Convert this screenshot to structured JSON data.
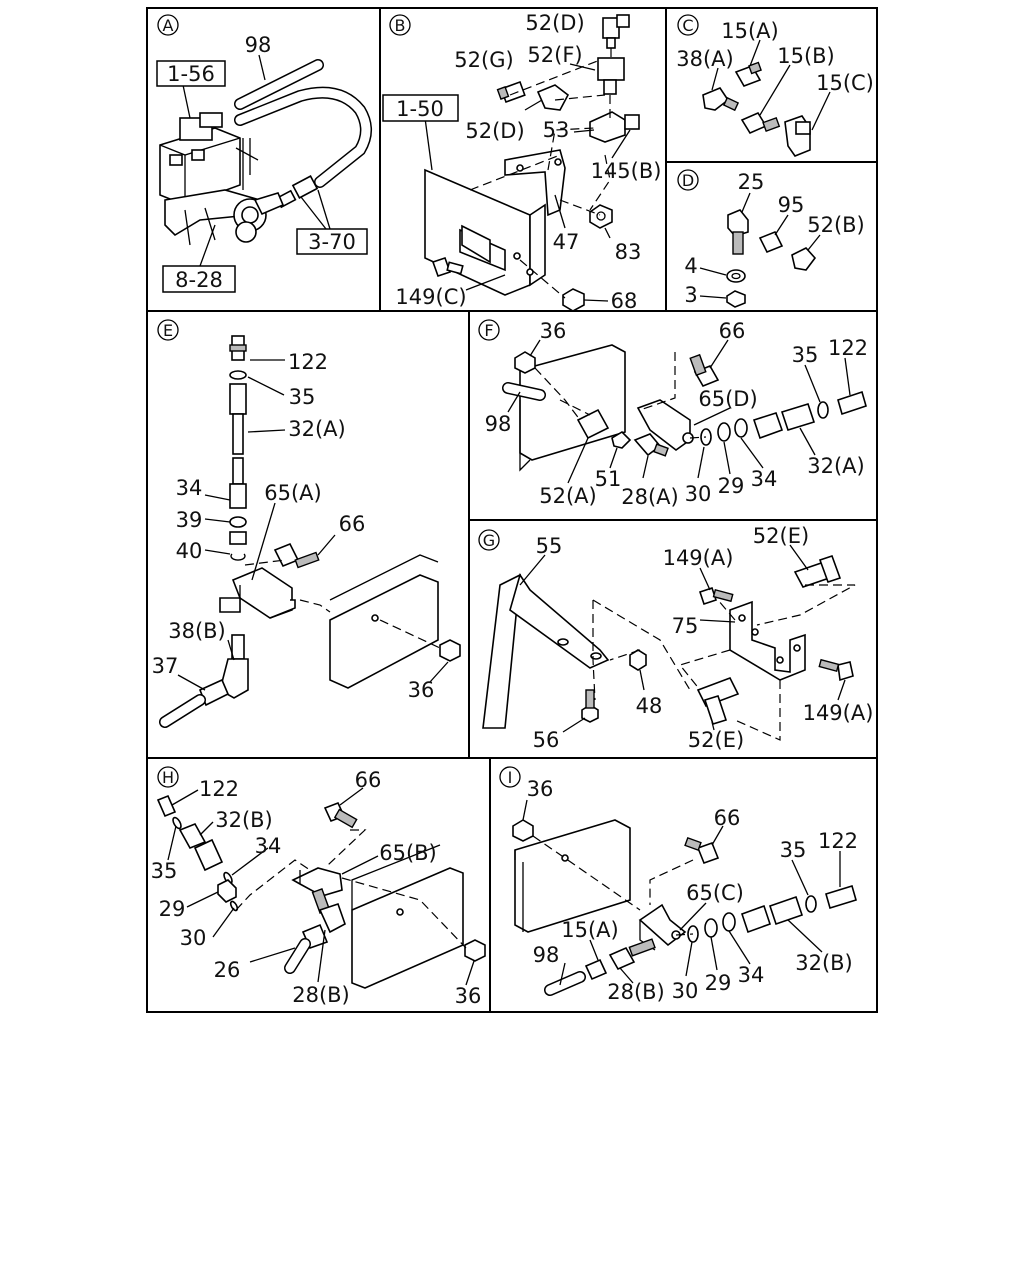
{
  "panels": [
    {
      "id": "A",
      "letter": "A",
      "callouts": [
        "98",
        "1-56",
        "3-70",
        "8-28"
      ],
      "boxed_refs": [
        "1-56",
        "3-70",
        "8-28"
      ]
    },
    {
      "id": "B",
      "letter": "B",
      "callouts": [
        "52(D)",
        "52(G)",
        "52(F)",
        "1-50",
        "52(D)",
        "53",
        "145(B)",
        "47",
        "83",
        "149(C)",
        "68"
      ],
      "boxed_refs": [
        "1-50"
      ]
    },
    {
      "id": "C",
      "letter": "C",
      "callouts": [
        "15(A)",
        "38(A)",
        "15(B)",
        "15(C)"
      ]
    },
    {
      "id": "D",
      "letter": "D",
      "callouts": [
        "25",
        "95",
        "52(B)",
        "4",
        "3"
      ]
    },
    {
      "id": "E",
      "letter": "E",
      "callouts": [
        "122",
        "35",
        "32(A)",
        "34",
        "65(A)",
        "39",
        "66",
        "40",
        "38(B)",
        "37",
        "36"
      ]
    },
    {
      "id": "F",
      "letter": "F",
      "callouts": [
        "36",
        "66",
        "35",
        "122",
        "65(D)",
        "98",
        "52(A)",
        "51",
        "28(A)",
        "30",
        "29",
        "34",
        "32(A)"
      ]
    },
    {
      "id": "G",
      "letter": "G",
      "callouts": [
        "55",
        "52(E)",
        "149(A)",
        "75",
        "48",
        "149(A)",
        "56",
        "52(E)"
      ]
    },
    {
      "id": "H",
      "letter": "H",
      "callouts": [
        "122",
        "66",
        "32(B)",
        "34",
        "65(B)",
        "35",
        "29",
        "30",
        "26",
        "28(B)",
        "36"
      ]
    },
    {
      "id": "I",
      "letter": "I",
      "callouts": [
        "36",
        "66",
        "35",
        "122",
        "65(C)",
        "15(A)",
        "98",
        "28(B)",
        "30",
        "29",
        "34",
        "32(B)"
      ]
    }
  ]
}
